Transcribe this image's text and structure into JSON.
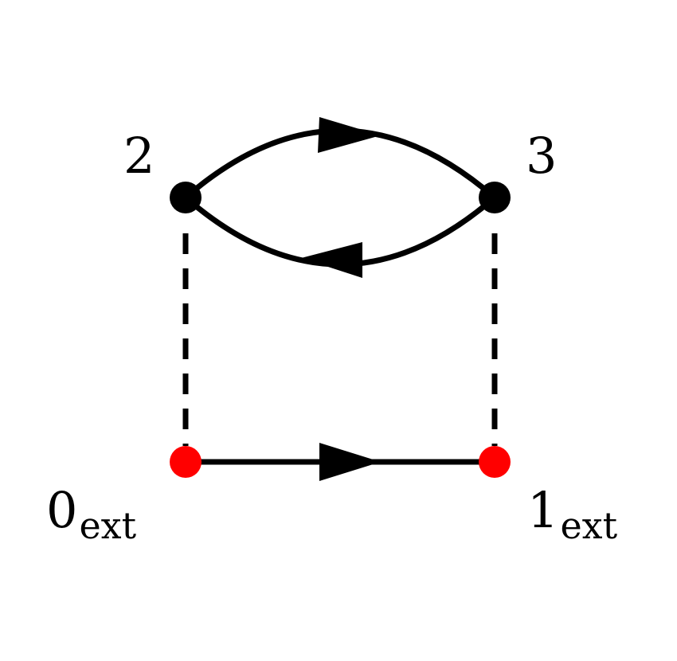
{
  "vertices": [
    {
      "id": "0",
      "label": "0",
      "subscript": "ext",
      "color": "#ff0000"
    },
    {
      "id": "1",
      "label": "1",
      "subscript": "ext",
      "color": "#ff0000"
    },
    {
      "id": "2",
      "label": "2",
      "subscript": "",
      "color": "#000000"
    },
    {
      "id": "3",
      "label": "3",
      "subscript": "",
      "color": "#000000"
    }
  ],
  "edges": [
    {
      "from": "2",
      "to": "3",
      "style": "solid",
      "arrow": "forward",
      "shape": "upper-arc"
    },
    {
      "from": "3",
      "to": "2",
      "style": "solid",
      "arrow": "forward",
      "shape": "lower-arc"
    },
    {
      "from": "0",
      "to": "1",
      "style": "solid",
      "arrow": "forward",
      "shape": "straight"
    },
    {
      "from": "0",
      "to": "2",
      "style": "dashed",
      "arrow": "none",
      "shape": "straight"
    },
    {
      "from": "1",
      "to": "3",
      "style": "dashed",
      "arrow": "none",
      "shape": "straight"
    }
  ],
  "colors": {
    "line": "#000000",
    "internal_vertex": "#000000",
    "external_vertex": "#ff0000"
  }
}
